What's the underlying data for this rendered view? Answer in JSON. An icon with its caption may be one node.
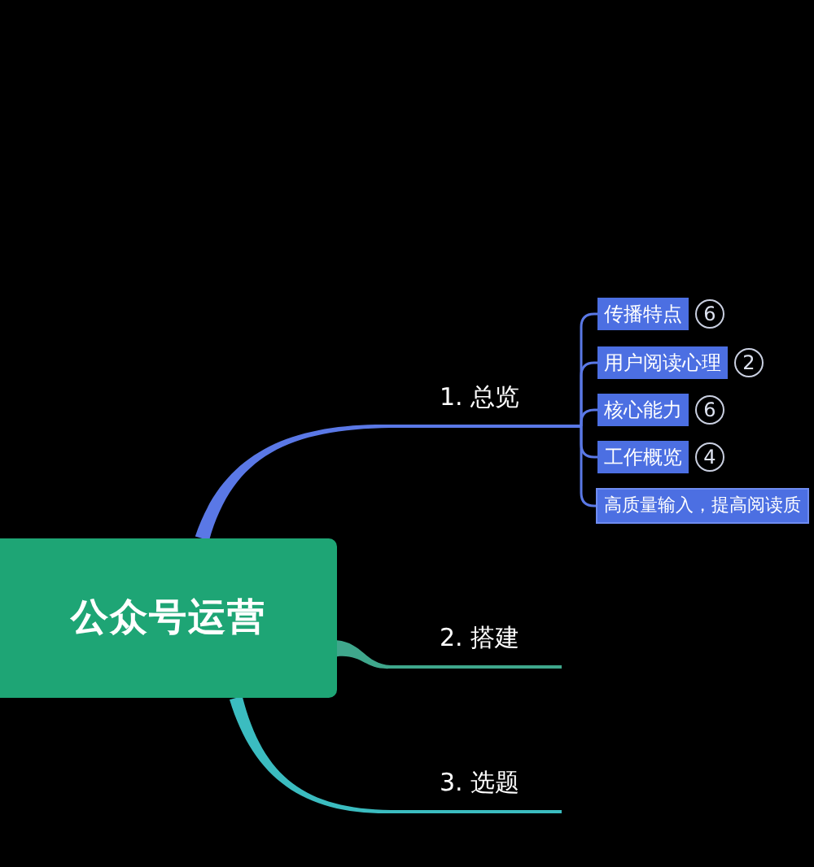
{
  "diagram": {
    "nodes": [
      {
        "text": [
          "公众号运营"
        ]
      },
      {
        "text": [
          "1. 总览"
        ]
      },
      {
        "text": [
          "2. 搭建"
        ]
      },
      {
        "text": [
          "3. 选题"
        ]
      },
      {
        "text": [
          "传播特点"
        ],
        "beside": [
          "6"
        ]
      },
      {
        "text": [
          "用户阅读心理"
        ],
        "beside": [
          "2"
        ]
      },
      {
        "text": [
          "核心能力"
        ],
        "beside": [
          "6"
        ]
      },
      {
        "text": [
          "工作概览"
        ],
        "beside": [
          "4"
        ]
      },
      {
        "text": [
          "高质量输入，提高阅读质"
        ]
      }
    ],
    "edges": [
      {
        "from": 0,
        "to": 1,
        "arrow": "none",
        "style": "thick"
      },
      {
        "from": 0,
        "to": 2,
        "arrow": "none",
        "style": "thick",
        "color": "#3fa78c"
      },
      {
        "from": 0,
        "to": 3,
        "arrow": "none",
        "style": "thick",
        "color": "#3bbcc0"
      },
      {
        "from": 1,
        "to": 4,
        "arrow": "none"
      },
      {
        "from": 1,
        "to": 5,
        "arrow": "none"
      },
      {
        "from": 1,
        "to": 6,
        "arrow": "none"
      },
      {
        "from": 1,
        "to": 7,
        "arrow": "none"
      },
      {
        "from": 1,
        "to": 8,
        "arrow": "none"
      }
    ]
  }
}
